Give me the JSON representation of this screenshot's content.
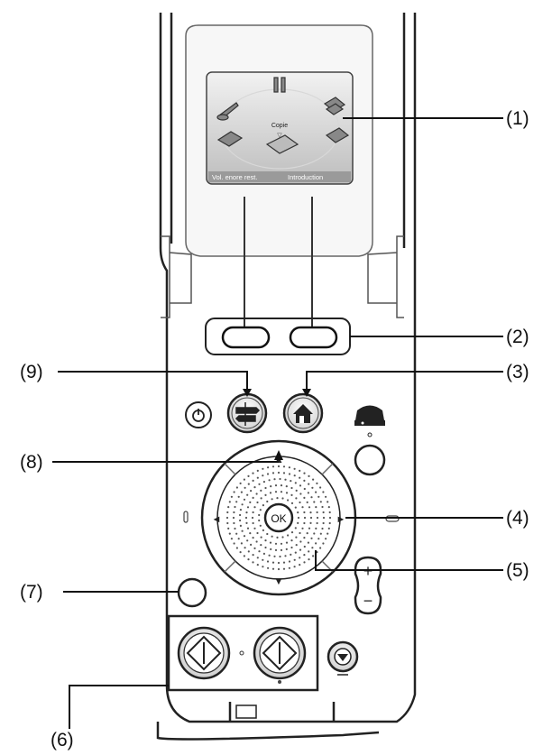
{
  "lcd": {
    "center_label": "Copie",
    "softkey_left_label": "Vol. enore rest.",
    "softkey_right_label": "Introduction"
  },
  "center_button": {
    "label": "OK"
  },
  "callouts": [
    "(1)",
    "(2)",
    "(3)",
    "(4)",
    "(5)",
    "(6)",
    "(7)",
    "(8)",
    "(9)"
  ]
}
